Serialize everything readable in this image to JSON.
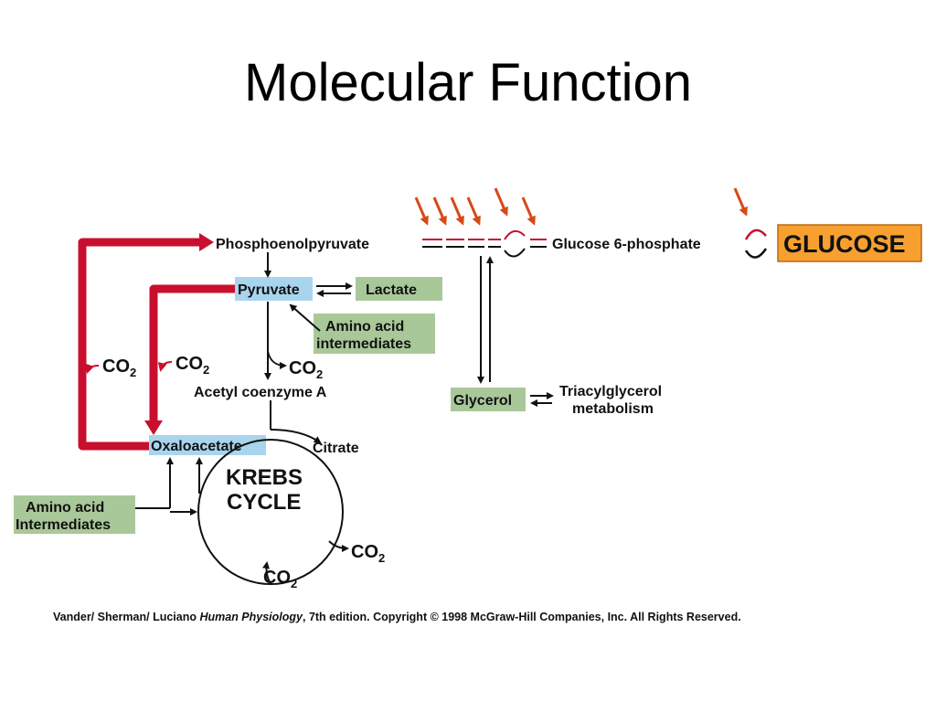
{
  "title": "Molecular Function",
  "labels": {
    "pep": "Phosphoenolpyruvate",
    "pyruvate": "Pyruvate",
    "lactate": "Lactate",
    "amino_acid_top_1": "Amino acid",
    "amino_acid_top_2": "intermediates",
    "co2_1": "CO",
    "co2_2": "CO",
    "co2_3": "CO",
    "co2_4": "CO",
    "co2_5": "CO",
    "subscript_2": "2",
    "acetyl_coa": "Acetyl coenzyme A",
    "oxaloacetate": "Oxaloacetate",
    "citrate": "Citrate",
    "krebs_1": "KREBS",
    "krebs_2": "CYCLE",
    "amino_acid_left_1": "Amino acid",
    "amino_acid_left_2": "Intermediates",
    "glucose6p": "Glucose 6-phosphate",
    "glucose": "GLUCOSE",
    "glycerol": "Glycerol",
    "triacyl_1": "Triacylglycerol",
    "triacyl_2": "metabolism"
  },
  "citation": {
    "authors": "Vander/ Sherman/ Luciano ",
    "book": "Human Physiology",
    "rest": ", 7th edition. Copyright © 1998 McGraw-Hill Companies, Inc. All Rights Reserved."
  },
  "colors": {
    "red_path": "#c8102e",
    "orange_arrow": "#d64a16",
    "green_box": "#a9c89a",
    "blue_box": "#a9d4ee",
    "glucose_box": "#f7a030"
  }
}
